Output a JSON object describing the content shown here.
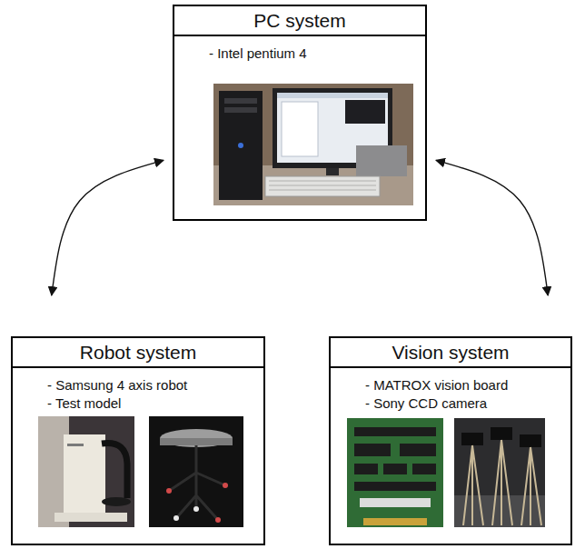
{
  "diagram": {
    "nodes": [
      {
        "text": [
          "PC system",
          "- Intel pentium 4"
        ]
      },
      {
        "text": [
          "Robot system",
          "- Samsung 4 axis robot",
          "- Test model"
        ]
      },
      {
        "text": [
          "Vision system",
          "- MATROX vision board",
          "- Sony CCD camera"
        ]
      }
    ],
    "edges": [
      {
        "from": 0,
        "to": 1,
        "arrow": "both"
      },
      {
        "from": 0,
        "to": 2,
        "arrow": "both"
      }
    ]
  }
}
